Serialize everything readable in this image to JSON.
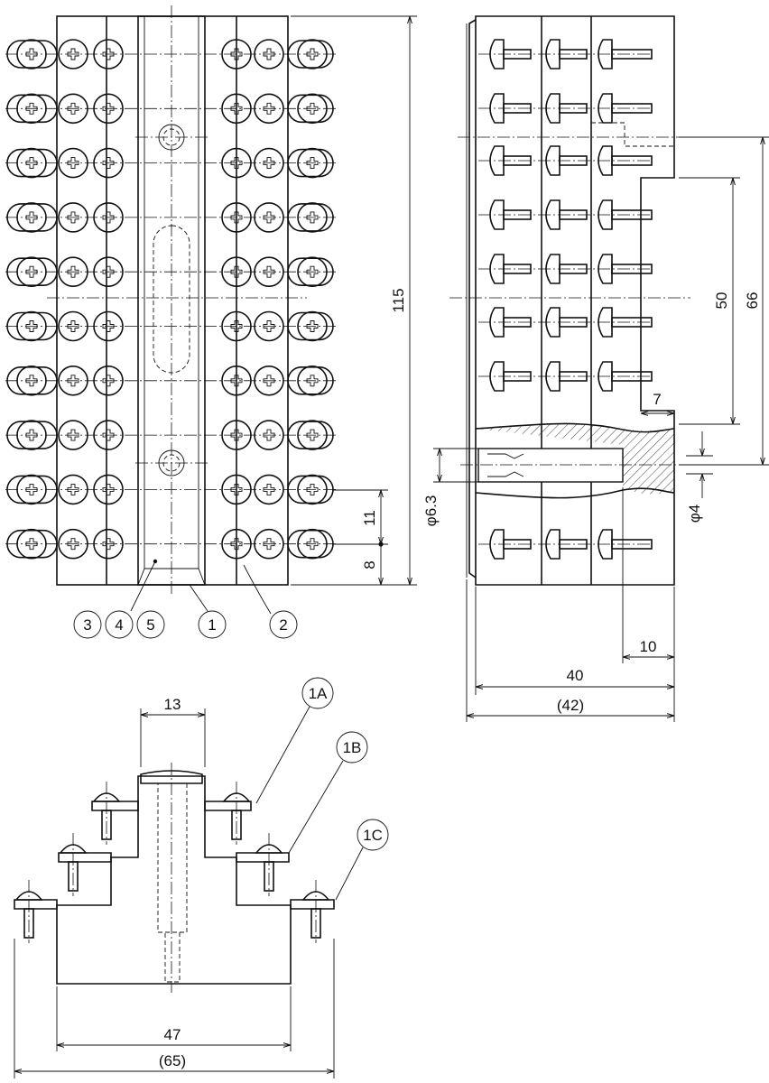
{
  "front_view": {
    "dim_height": "115",
    "dim_pitch": "11",
    "dim_edge": "8",
    "balloons": [
      "3",
      "4",
      "5",
      "1",
      "2"
    ]
  },
  "side_view": {
    "dim_66": "66",
    "dim_50": "50",
    "dim_7": "7",
    "dim_phi63": "φ6.3",
    "dim_phi4": "φ4",
    "dim_10": "10",
    "dim_40": "40",
    "dim_42": "(42)"
  },
  "bottom_view": {
    "dim_13": "13",
    "dim_47": "47",
    "dim_65": "(65)",
    "balloons": [
      "1A",
      "1B",
      "1C"
    ]
  }
}
